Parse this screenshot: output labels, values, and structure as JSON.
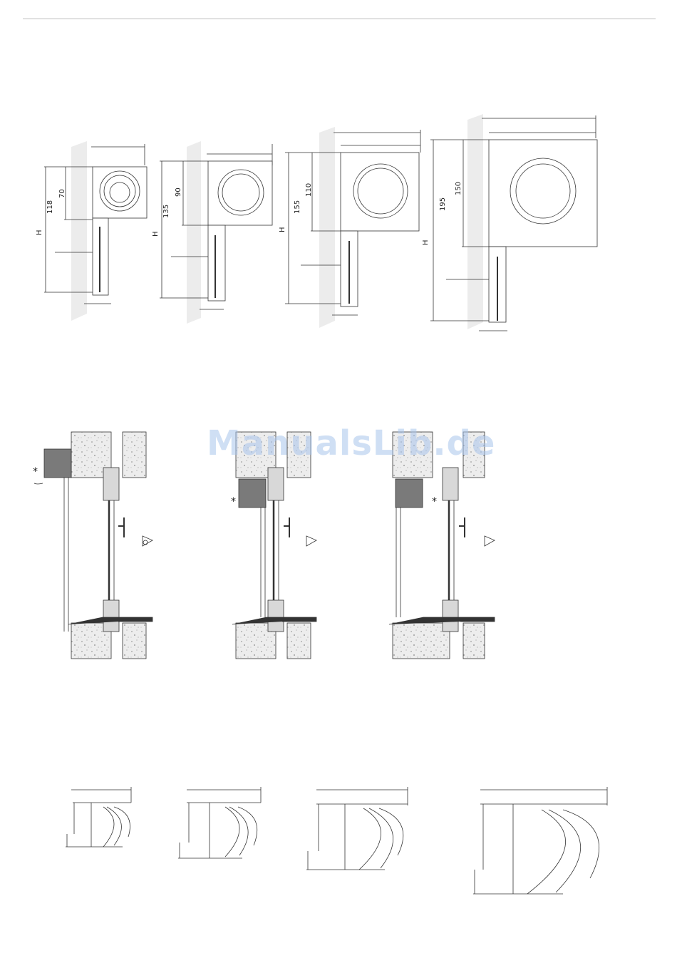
{
  "watermark": "ManualsLib.de",
  "box_sections": [
    {
      "h_label": "H",
      "outer": "118",
      "inner": "70"
    },
    {
      "h_label": "H",
      "outer": "135",
      "inner": "90"
    },
    {
      "h_label": "H",
      "outer": "155",
      "inner": "110"
    },
    {
      "h_label": "H",
      "outer": "195",
      "inner": "150"
    }
  ],
  "installation_marker": "*",
  "colors": {
    "wall": "#ececec",
    "line": "#333333",
    "box_fill": "#7a7a7a",
    "concrete": "#e6e6e6"
  }
}
